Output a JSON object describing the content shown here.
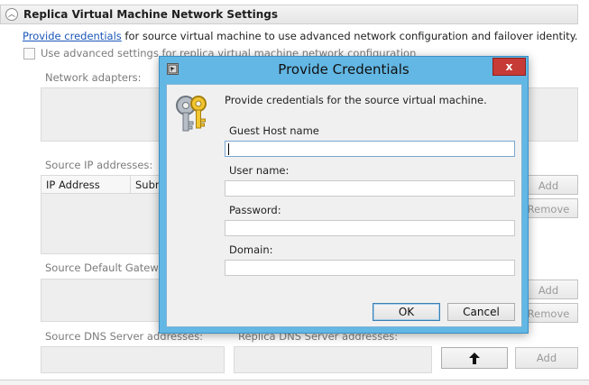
{
  "section": {
    "title": "Replica Virtual Machine Network Settings",
    "provide_link": "Provide credentials",
    "provide_text": " for source virtual machine to use advanced network configuration and failover identity.",
    "advanced_checkbox_label": "Use advanced settings for replica virtual machine network configuration"
  },
  "labels": {
    "network_adapters": "Network adapters:",
    "source_ip": "Source IP addresses:",
    "source_gateway": "Source Default Gateway",
    "source_dns": "Source DNS Server addresses:",
    "replica_dns": "Replica DNS Server addresses:"
  },
  "ip_table": {
    "col_ip": "IP Address",
    "col_subnet": "Subn"
  },
  "buttons": {
    "add": "Add",
    "remove": "Remove"
  },
  "dialog": {
    "title": "Provide Credentials",
    "close": "x",
    "instruction": "Provide credentials for the source virtual machine.",
    "fields": {
      "host_label": "Guest Host name",
      "host_value": "",
      "user_label": "User name:",
      "user_value": "",
      "password_label": "Password:",
      "password_value": "",
      "domain_label": "Domain:",
      "domain_value": ""
    },
    "ok": "OK",
    "cancel": "Cancel"
  }
}
